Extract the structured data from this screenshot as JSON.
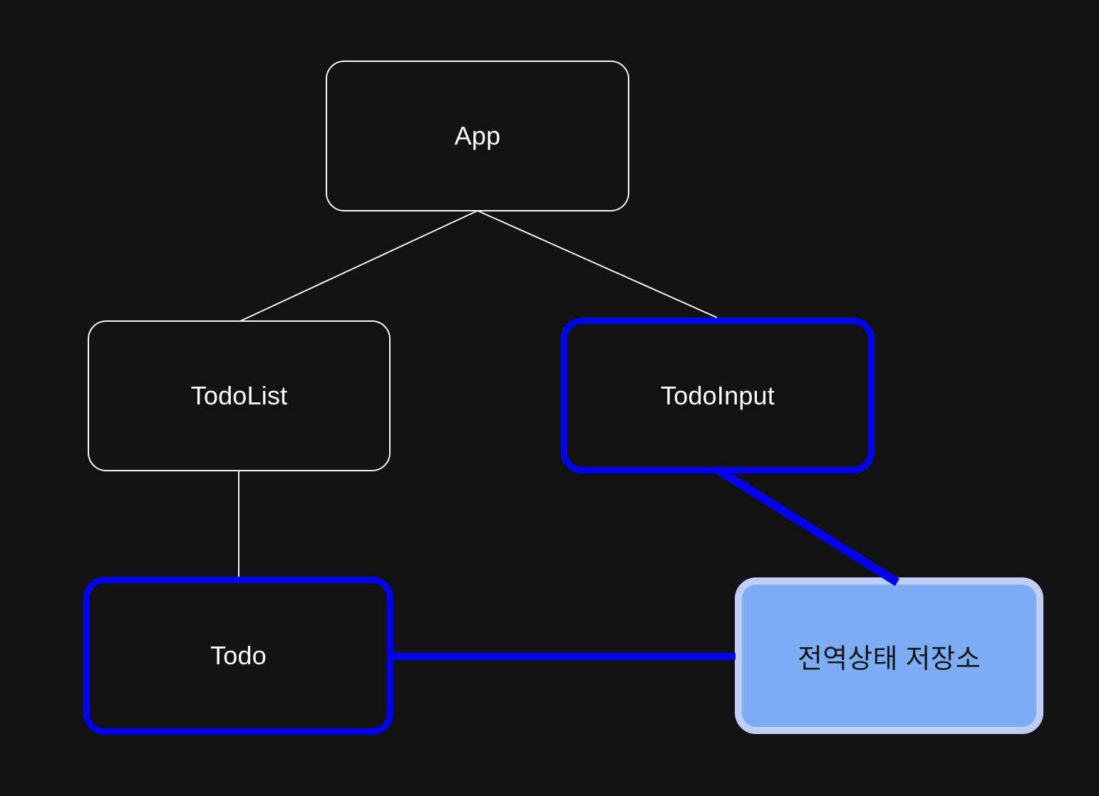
{
  "diagram": {
    "title": "component-state-diagram",
    "nodes": {
      "app": {
        "label": "App",
        "style": "outline-white"
      },
      "todolist": {
        "label": "TodoList",
        "style": "outline-white"
      },
      "todoinput": {
        "label": "TodoInput",
        "style": "outline-blue"
      },
      "todo": {
        "label": "Todo",
        "style": "outline-blue"
      },
      "store": {
        "label": "전역상태 저장소",
        "style": "filled-lightblue"
      }
    },
    "edges": [
      {
        "from": "App",
        "to": "TodoList",
        "style": "thin-white"
      },
      {
        "from": "App",
        "to": "TodoInput",
        "style": "thin-white"
      },
      {
        "from": "TodoList",
        "to": "Todo",
        "style": "thin-white"
      },
      {
        "from": "TodoInput",
        "to": "전역상태 저장소",
        "style": "thick-blue"
      },
      {
        "from": "Todo",
        "to": "전역상태 저장소",
        "style": "thick-blue"
      }
    ],
    "colors": {
      "background": "#121212",
      "outline_white": "#f7f7f7",
      "highlight_blue": "#0000f5",
      "store_fill": "#7dadf2",
      "store_border": "#bfcdf7",
      "text_light": "#ffffff",
      "text_dark": "#16161e"
    }
  }
}
